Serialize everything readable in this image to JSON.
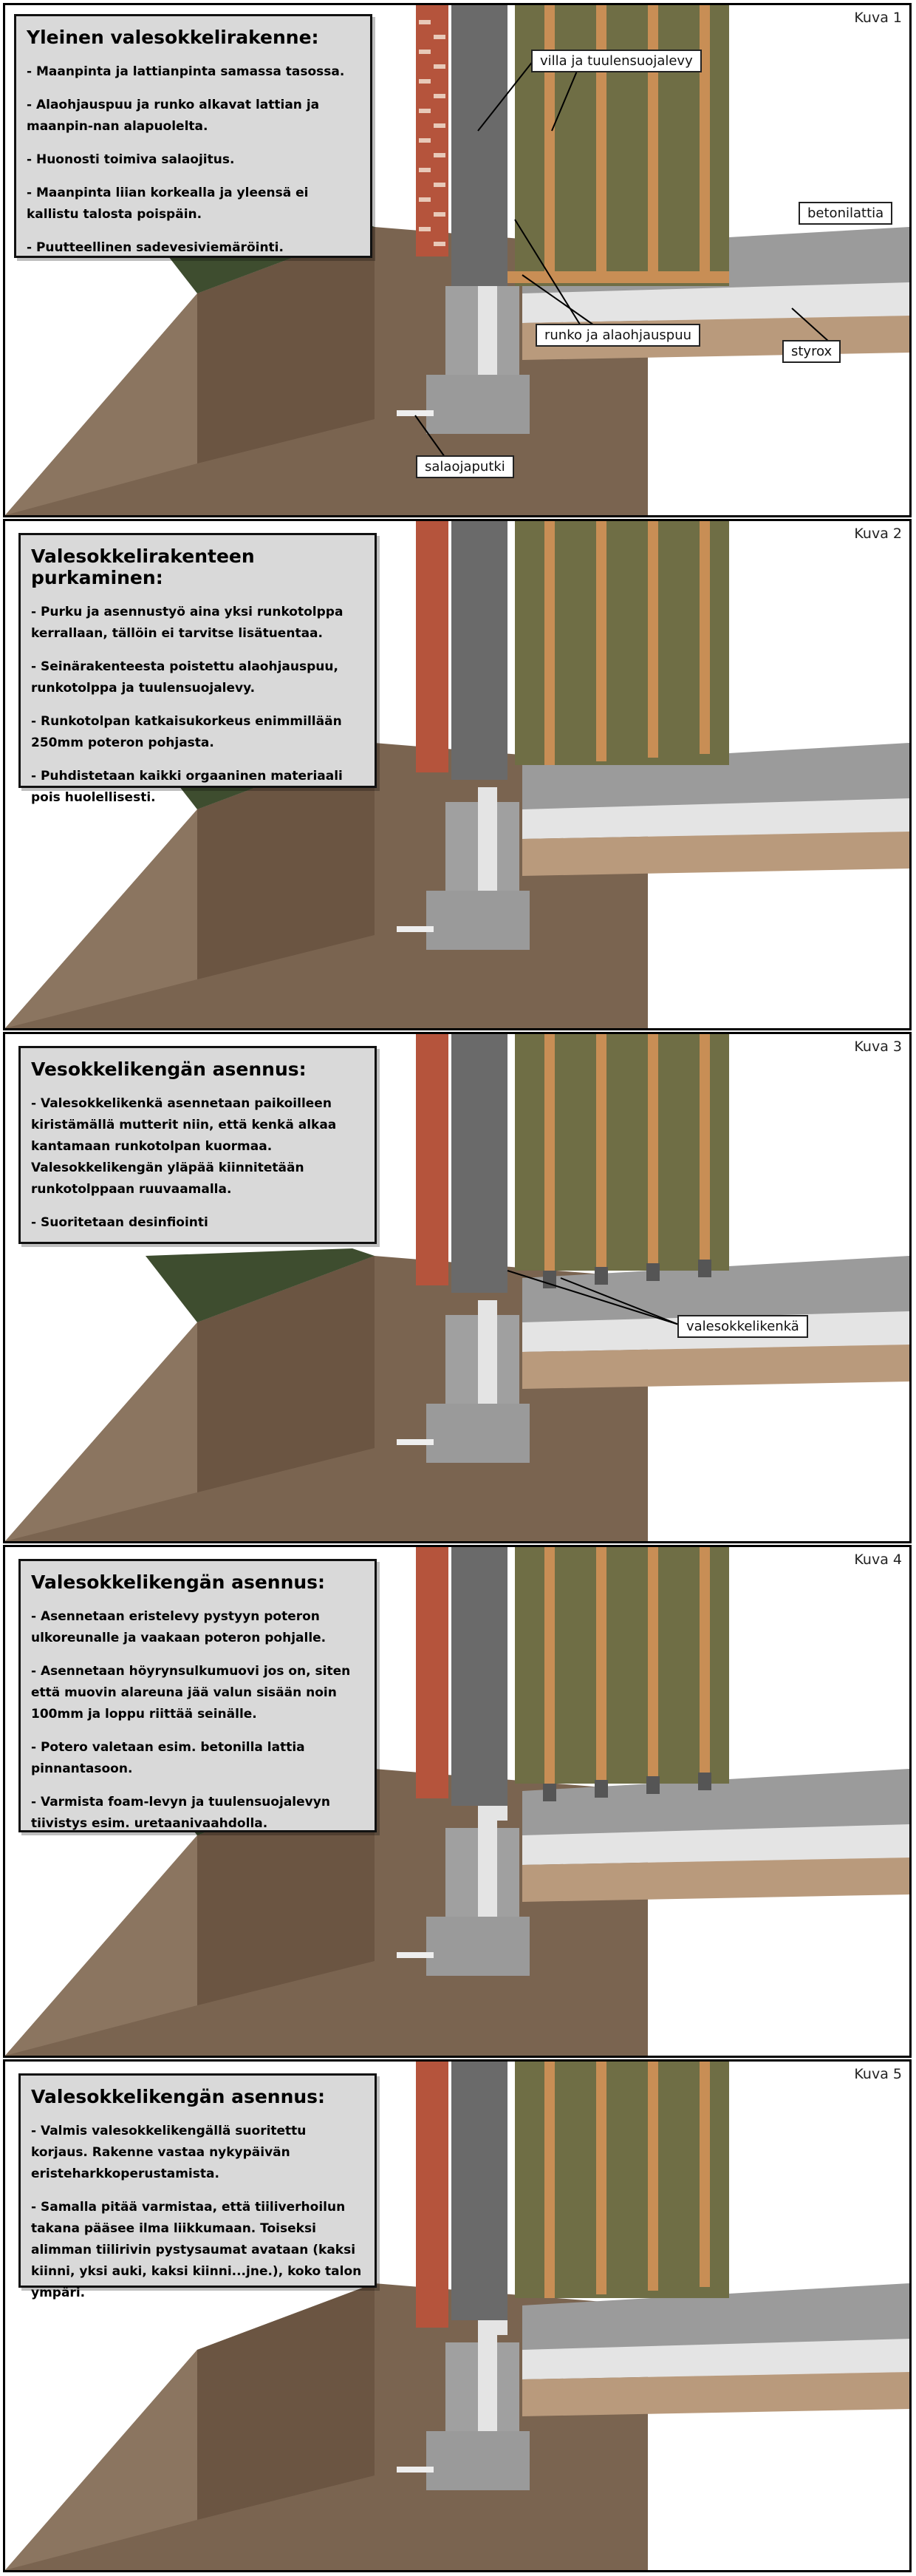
{
  "panels": [
    {
      "label": "Kuva 1",
      "title": "Yleinen valesokkelirakenne:",
      "items": [
        "- Maanpinta ja lattianpinta samassa tasossa.",
        "- Alaohjauspuu ja runko alkavat lattian ja maanpin-nan alapuolelta.",
        "- Huonosti toimiva salaojitus.",
        "- Maanpinta liian korkealla ja yleensä ei kallistu talosta poispäin.",
        "- Puutteellinen sadevesiviemäröinti."
      ],
      "callouts": {
        "villa": "villa ja tuulensuojalevy",
        "betoni": "betonilattia",
        "runko": "runko ja alaohjauspuu",
        "styrox": "styrox",
        "salaoja": "salaojaputki"
      }
    },
    {
      "label": "Kuva 2",
      "title": "Valesokkelirakenteen purkaminen:",
      "items": [
        "- Purku ja asennustyö aina yksi runkotolppa kerrallaan, tällöin ei tarvitse lisätuentaa.",
        "- Seinärakenteesta poistettu alaohjauspuu, runkotolppa ja tuulensuojalevy.",
        "- Runkotolpan katkaisukorkeus enimmillään 250mm poteron pohjasta.",
        "- Puhdistetaan kaikki orgaaninen materiaali pois huolellisesti."
      ]
    },
    {
      "label": "Kuva 3",
      "title": "Vesokkelikengän asennus:",
      "items": [
        "- Valesokkelikenkä asennetaan paikoilleen kiristämällä mutterit niin, että kenkä alkaa kantamaan runkotolpan kuormaa. Valesokkelikengän yläpää kiinnitetään runkotolppaan ruuvaamalla.",
        "- Suoritetaan desinfiointi"
      ],
      "callouts": {
        "kenka": "valesokkelikenkä"
      }
    },
    {
      "label": "Kuva 4",
      "title": "Valesokkelikengän asennus:",
      "items": [
        "- Asennetaan eristelevy pystyyn poteron ulkoreunalle ja vaakaan poteron pohjalle.",
        "- Asennetaan höyrynsulkumuovi jos on, siten että muovin alareuna jää valun sisään noin 100mm ja loppu riittää seinälle.",
        "- Potero valetaan esim. betonilla lattia pinnantasoon.",
        "- Varmista foam-levyn ja tuulensuojalevyn tiivistys esim. uretaanivaahdolla."
      ]
    },
    {
      "label": "Kuva 5",
      "title": "Valesokkelikengän asennus:",
      "items": [
        "- Valmis valesokkelikengällä suoritettu korjaus. Rakenne vastaa nykypäivän eristeharkkoperustamista.",
        "- Samalla pitää varmistaa, että tiiliverhoilun takana pääsee ilma liikkumaan. Toiseksi alimman tiilirivin pystysaumat avataan (kaksi kiinni, yksi auki, kaksi kiinni...jne.), koko talon ympäri."
      ]
    }
  ],
  "colors": {
    "brick": "#b5543c",
    "insulation": "#6f6e45",
    "stud": "#c88e55",
    "soil": "#7a6450",
    "concrete": "#a3a3a3",
    "block": "#9a9a9a",
    "grass": "#3e4d2f",
    "styrox": "#e4e4e4"
  }
}
